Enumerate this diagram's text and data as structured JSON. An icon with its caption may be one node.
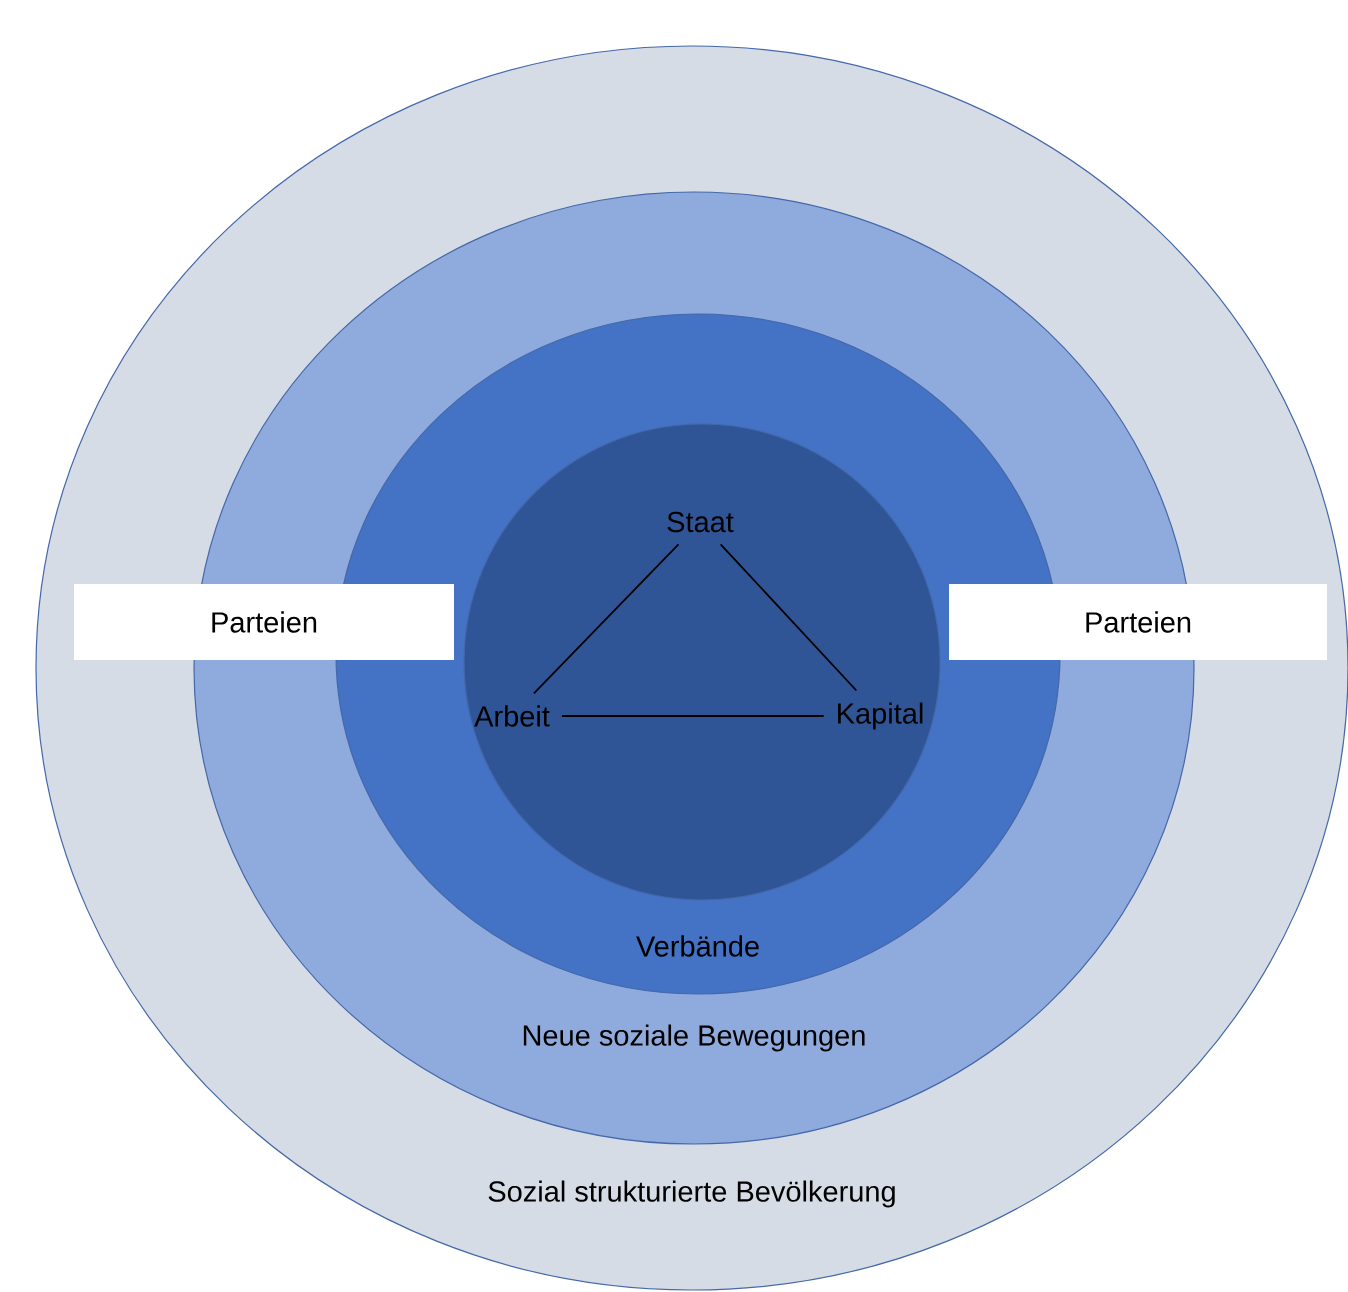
{
  "diagram": {
    "nodes": [
      {
        "text": [
          "Sozial strukturierte Bevölkerung"
        ]
      },
      {
        "text": [
          "Neue soziale Bewegungen"
        ],
        "in": 0
      },
      {
        "text": [
          "Verbände"
        ],
        "in": 1
      },
      {
        "text": [],
        "shape": "circle",
        "in": 2
      },
      {
        "text": [
          "Parteien"
        ],
        "in": 0
      },
      {
        "text": [
          "Parteien"
        ],
        "in": 0
      },
      {
        "text": [
          "Staat"
        ],
        "in": 3
      },
      {
        "text": [
          "Arbeit"
        ],
        "in": 3
      },
      {
        "text": [
          "Kapital"
        ],
        "in": 3
      }
    ],
    "edges": [
      {
        "from": 6,
        "to": 7,
        "arrow": "none"
      },
      {
        "from": 6,
        "to": 8,
        "arrow": "none"
      },
      {
        "from": 7,
        "to": 8,
        "arrow": "none"
      }
    ]
  }
}
